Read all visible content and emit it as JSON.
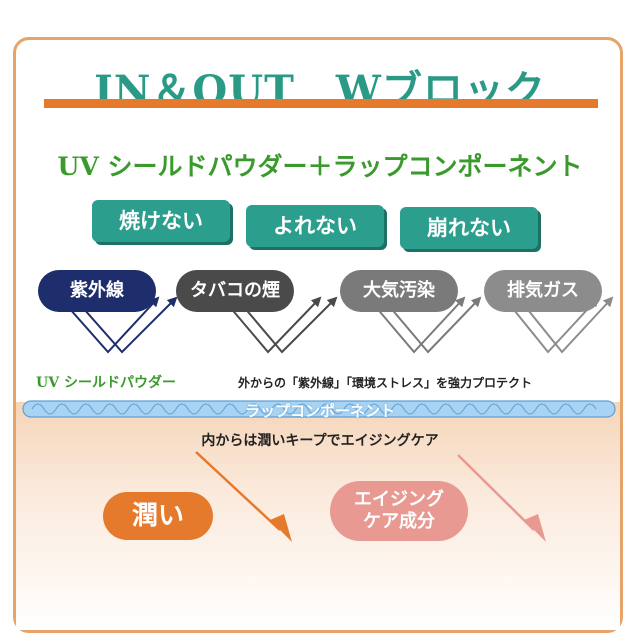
{
  "title": "IN＆OUT　Wブロック",
  "subtitle": "UV シールドパウダー＋ラップコンポーネント",
  "benefits": [
    "焼けない",
    "よれない",
    "崩れない"
  ],
  "threats": [
    {
      "label": "紫外線",
      "color": "#1e2d6b"
    },
    {
      "label": "タバコの煙",
      "color": "#4a4a4a"
    },
    {
      "label": "大気汚染",
      "color": "#7a7a7a"
    },
    {
      "label": "排気ガス",
      "color": "#8c8c8c"
    }
  ],
  "uv_label": "UV シールドパウダー",
  "protect_text": "外からの「紫外線」「環境ストレス」を強力プロテクト",
  "wrap_label": "ラップコンポーネント",
  "keep_text": "内からは潤いキープでエイジングケア",
  "moisture": "潤い",
  "aging_line1": "エイジング",
  "aging_line2": "ケア成分",
  "colors": {
    "frame": "#e6a36a",
    "teal": "#2b9e8e",
    "green": "#3a9a2c",
    "orange": "#e57a2c",
    "pink": "#e89a92",
    "band": "#a9d3f2"
  }
}
